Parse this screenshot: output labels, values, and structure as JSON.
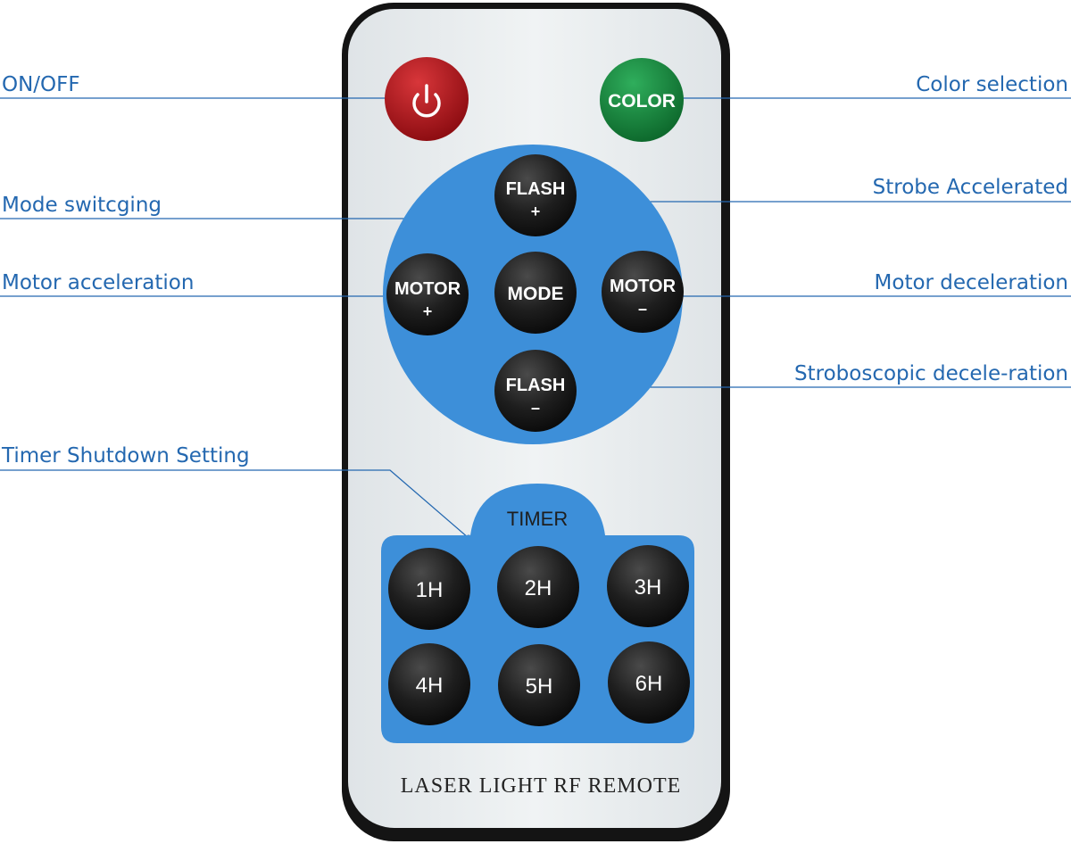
{
  "callouts": {
    "on_off": "ON/OFF",
    "color_selection": "Color selection",
    "mode_switching": "Mode switcging",
    "strobe_accelerated": "Strobe Accelerated",
    "motor_acceleration": "Motor acceleration",
    "motor_deceleration": "Motor deceleration",
    "stroboscopic_deceleration": "Stroboscopic decele-ration",
    "timer_shutdown": "Timer Shutdown Setting"
  },
  "remote": {
    "color_button": "COLOR",
    "flash_plus_label": "FLASH",
    "flash_plus_sign": "+",
    "motor_plus_label": "MOTOR",
    "motor_plus_sign": "+",
    "mode_button": "MODE",
    "motor_minus_label": "MOTOR",
    "motor_minus_sign": "–",
    "flash_minus_label": "FLASH",
    "flash_minus_sign": "–",
    "timer_label": "TIMER",
    "timer_buttons": [
      "1H",
      "2H",
      "3H",
      "4H",
      "5H",
      "6H"
    ],
    "footer": "LASER LIGHT RF REMOTE"
  },
  "colors": {
    "callout": "#2468b0",
    "panel_blue": "#3d8fd9",
    "power_red": "#b0161c",
    "color_green": "#168a3e",
    "button_black": "#1c1c1c",
    "remote_body": "#e8edef",
    "remote_bezel": "#141414"
  }
}
